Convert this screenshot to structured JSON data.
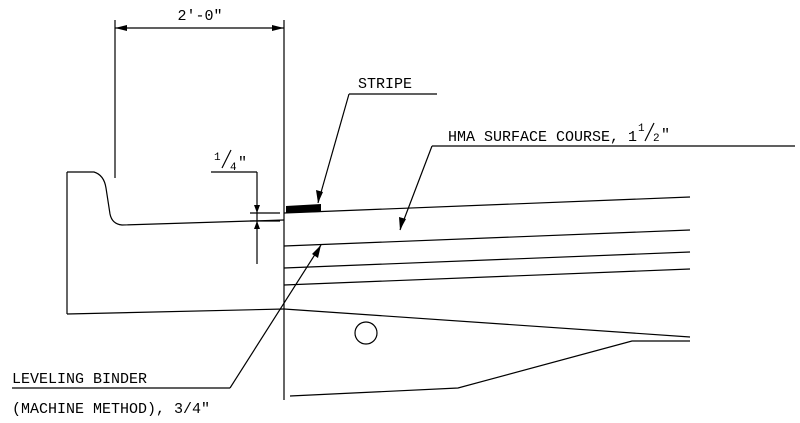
{
  "dimension": {
    "width_label": "2'-0\""
  },
  "labels": {
    "stripe": "STRIPE",
    "hma_surface_prefix": "HMA SURFACE COURSE, 1",
    "hma_fraction_num": "1",
    "hma_fraction_den": "2",
    "hma_inch": "\"",
    "quarter_num": "1",
    "quarter_den": "4",
    "quarter_inch": "\"",
    "leveling_binder_line1": "LEVELING BINDER",
    "leveling_binder_line2": "(MACHINE METHOD), 3/4\""
  }
}
